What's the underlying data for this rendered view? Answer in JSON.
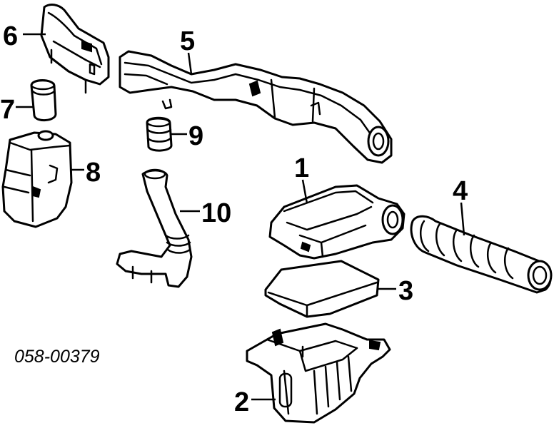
{
  "diagram": {
    "callouts": {
      "c1": "1",
      "c2": "2",
      "c3": "3",
      "c4": "4",
      "c5": "5",
      "c6": "6",
      "c7": "7",
      "c8": "8",
      "c9": "9",
      "c10": "10"
    },
    "part_number": "058-00379"
  }
}
